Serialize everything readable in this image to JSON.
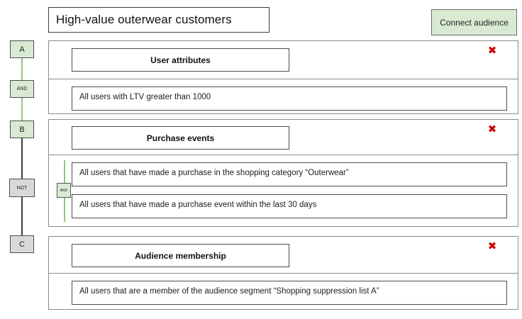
{
  "header": {
    "title": "High-value outerwear customers",
    "connect_button_label": "Connect audience"
  },
  "icons": {
    "close": "✖"
  },
  "rail": {
    "nodes": [
      {
        "label": "A",
        "variant": "green"
      },
      {
        "label": "AND",
        "variant": "green"
      },
      {
        "label": "B",
        "variant": "green"
      },
      {
        "label": "NOT",
        "variant": "gray"
      },
      {
        "label": "C",
        "variant": "gray"
      }
    ]
  },
  "panels": [
    {
      "label": "User attributes",
      "rows": [
        "All users with LTV greater than 1000"
      ]
    },
    {
      "label": "Purchase events",
      "connector": "AND",
      "rows": [
        "All users that have made a purchase in the shopping category “Outerwear”",
        "All users that have made a purchase event within the last 30 days"
      ]
    },
    {
      "label": "Audience membership",
      "rows": [
        "All users that are a member of the audience segment “Shopping suppression list A”"
      ]
    }
  ],
  "colors": {
    "accent_green_fill": "#d9ead3",
    "accent_green_line": "#93c47d",
    "neutral_gray_fill": "#d9d9d9",
    "close_red": "#cc0000"
  }
}
